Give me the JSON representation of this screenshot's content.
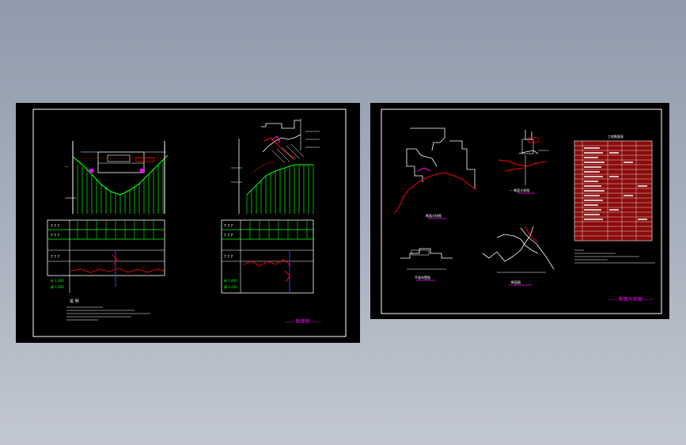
{
  "viewer": {
    "background_top": "#8f9bab",
    "background_bottom": "#c2c7d1"
  },
  "sheet_left": {
    "notes_heading": "说  明",
    "row_labels": [
      "? ? ?",
      "? ? ?",
      "? ? ?"
    ],
    "scale_labels": [
      "纵 1:400",
      "横 1:200"
    ],
    "title_block": "—— 断面图 ——"
  },
  "sheet_right": {
    "table_header": "工程数量表",
    "detail_labels": [
      "断面大样图",
      "— 断面大样图",
      "平面布置图",
      "断面图"
    ],
    "title_block": "—— 断面大样图 ——"
  },
  "colors": {
    "linework": "#ffffff",
    "grid": "#00ff00",
    "profile": "#ff0000",
    "accent": "#ff00ff",
    "blue": "#3a3aff",
    "table_fill": "#8a0c0c"
  }
}
